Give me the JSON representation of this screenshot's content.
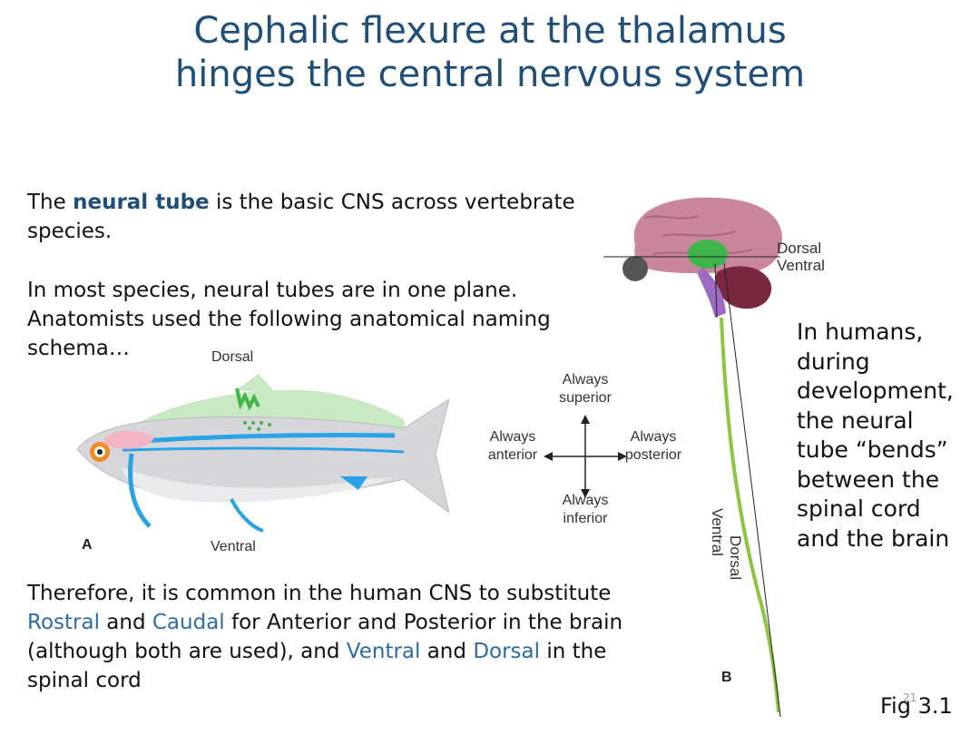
{
  "slide": {
    "title_line1": "Cephalic flexure at the thalamus",
    "title_line2": "hinges the central nervous system",
    "para1": {
      "prefix": "The ",
      "bold_term": "neural tube",
      "suffix_line1": " is the basic CNS across vertebrate",
      "line2": "species."
    },
    "para2": {
      "line1": "In most species, neural tubes are in one plane.",
      "line2": "Anatomists used the following anatomical naming",
      "line3": "schema…"
    },
    "para3": {
      "line1": "Therefore, it is common in the human CNS to substitute",
      "rostral": "Rostral",
      "and1": " and ",
      "caudal": "Caudal",
      "line2_rest": " for Anterior and Posterior in the brain",
      "line3_start": "(although both are used), and ",
      "ventral": "Ventral",
      "and2": " and ",
      "dorsal": "Dorsal",
      "line3_end": " in the",
      "line4": "spinal cord"
    },
    "side_note": {
      "line1": "In humans,",
      "line2": "during",
      "line3": "development,",
      "line4": "the neural",
      "line5": "tube “bends”",
      "line6": "between the",
      "line7": "spinal cord",
      "line8": "and the brain"
    },
    "footer": {
      "slide_number": "21",
      "fig_label": "Fig 3.1"
    }
  },
  "figure_a": {
    "panel": "A",
    "dorsal": "Dorsal",
    "ventral": "Ventral",
    "compass": {
      "up1": "Always",
      "up2": "superior",
      "down1": "Always",
      "down2": "inferior",
      "left1": "Always",
      "left2": "anterior",
      "right1": "Always",
      "right2": "posterior"
    }
  },
  "figure_b": {
    "panel": "B",
    "dorsal_top": "Dorsal",
    "ventral_top": "Ventral",
    "dorsal_spine": "Dorsal",
    "ventral_spine": "Ventral"
  },
  "colors": {
    "title": "#1f4e79",
    "accent_blue": "#2e6da4",
    "neural_green": "#8cc63f",
    "brain_pink": "#c9869d"
  }
}
